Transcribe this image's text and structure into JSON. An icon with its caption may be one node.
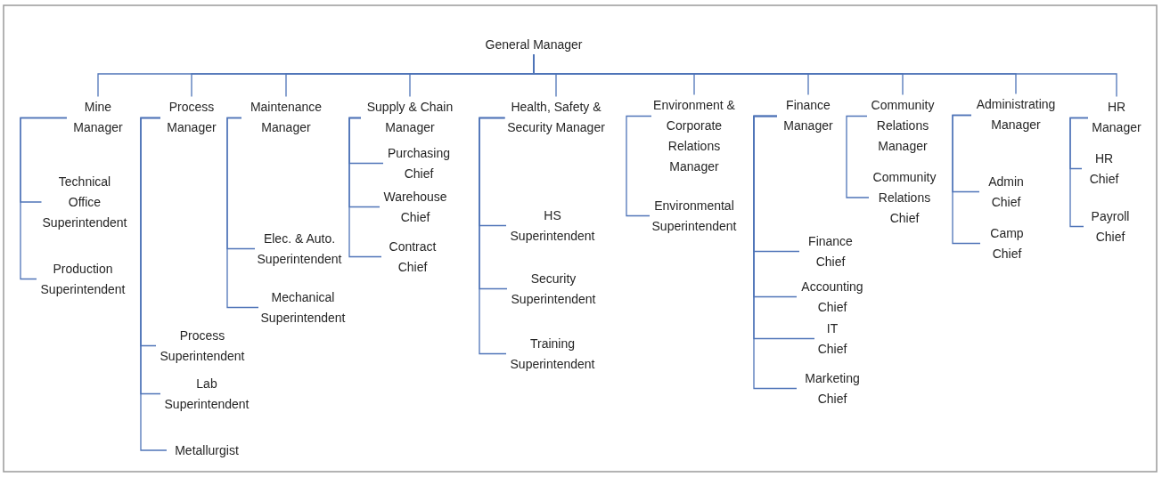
{
  "diagram": {
    "nodes": [
      {
        "text": [
          "General Manager"
        ]
      },
      {
        "text": [
          "Mine Manager"
        ]
      },
      {
        "text": [
          "Technical Office Superintendent"
        ]
      },
      {
        "text": [
          "Production Superintendent"
        ]
      },
      {
        "text": [
          "Process Manager"
        ]
      },
      {
        "text": [
          "Process Superintendent"
        ]
      },
      {
        "text": [
          "Lab Superintendent"
        ]
      },
      {
        "text": [
          "Metallurgist"
        ]
      },
      {
        "text": [
          "Maintenance Manager"
        ]
      },
      {
        "text": [
          "Elec. & Auto. Superintendent"
        ]
      },
      {
        "text": [
          "Mechanical Superintendent"
        ]
      },
      {
        "text": [
          "Supply & Chain Manager"
        ]
      },
      {
        "text": [
          "Purchasing Chief"
        ]
      },
      {
        "text": [
          "Warehouse Chief"
        ]
      },
      {
        "text": [
          "Contract Chief"
        ]
      },
      {
        "text": [
          "Health, Safety & Security Manager"
        ]
      },
      {
        "text": [
          "HS Superintendent"
        ]
      },
      {
        "text": [
          "Security Superintendent"
        ]
      },
      {
        "text": [
          "Training Superintendent"
        ]
      },
      {
        "text": [
          "Environment & Corporate Relations Manager"
        ]
      },
      {
        "text": [
          "Environmental Superintendent"
        ]
      },
      {
        "text": [
          "Finance Manager"
        ]
      },
      {
        "text": [
          "Finance Chief"
        ]
      },
      {
        "text": [
          "Accounting Chief"
        ]
      },
      {
        "text": [
          "IT Chief"
        ]
      },
      {
        "text": [
          "Marketing Chief"
        ]
      },
      {
        "text": [
          "Community Relations Manager"
        ]
      },
      {
        "text": [
          "Community Relations Chief"
        ]
      },
      {
        "text": [
          "Administrating Manager"
        ]
      },
      {
        "text": [
          "Admin Chief"
        ]
      },
      {
        "text": [
          "Camp Chief"
        ]
      },
      {
        "text": [
          "HR Manager"
        ]
      },
      {
        "text": [
          "HR Chief"
        ]
      },
      {
        "text": [
          "Payroll Chief"
        ]
      }
    ],
    "edges": [
      {
        "from": 0,
        "to": 1,
        "arrow": "none"
      },
      {
        "from": 0,
        "to": 4,
        "arrow": "none"
      },
      {
        "from": 0,
        "to": 8,
        "arrow": "none"
      },
      {
        "from": 0,
        "to": 11,
        "arrow": "none"
      },
      {
        "from": 0,
        "to": 15,
        "arrow": "none"
      },
      {
        "from": 0,
        "to": 19,
        "arrow": "none"
      },
      {
        "from": 0,
        "to": 21,
        "arrow": "none"
      },
      {
        "from": 0,
        "to": 26,
        "arrow": "none"
      },
      {
        "from": 0,
        "to": 28,
        "arrow": "none"
      },
      {
        "from": 0,
        "to": 31,
        "arrow": "none"
      },
      {
        "from": 1,
        "to": 2,
        "arrow": "none"
      },
      {
        "from": 1,
        "to": 3,
        "arrow": "none"
      },
      {
        "from": 4,
        "to": 5,
        "arrow": "none"
      },
      {
        "from": 4,
        "to": 6,
        "arrow": "none"
      },
      {
        "from": 4,
        "to": 7,
        "arrow": "none"
      },
      {
        "from": 8,
        "to": 9,
        "arrow": "none"
      },
      {
        "from": 8,
        "to": 10,
        "arrow": "none"
      },
      {
        "from": 11,
        "to": 12,
        "arrow": "none"
      },
      {
        "from": 11,
        "to": 13,
        "arrow": "none"
      },
      {
        "from": 11,
        "to": 14,
        "arrow": "none"
      },
      {
        "from": 15,
        "to": 16,
        "arrow": "none"
      },
      {
        "from": 15,
        "to": 17,
        "arrow": "none"
      },
      {
        "from": 15,
        "to": 18,
        "arrow": "none"
      },
      {
        "from": 19,
        "to": 20,
        "arrow": "none"
      },
      {
        "from": 21,
        "to": 22,
        "arrow": "none"
      },
      {
        "from": 21,
        "to": 23,
        "arrow": "none"
      },
      {
        "from": 21,
        "to": 24,
        "arrow": "none"
      },
      {
        "from": 21,
        "to": 25,
        "arrow": "none"
      },
      {
        "from": 26,
        "to": 27,
        "arrow": "none"
      },
      {
        "from": 28,
        "to": 29,
        "arrow": "none"
      },
      {
        "from": 28,
        "to": 30,
        "arrow": "none"
      },
      {
        "from": 31,
        "to": 32,
        "arrow": "none"
      },
      {
        "from": 31,
        "to": 33,
        "arrow": "none"
      }
    ]
  }
}
